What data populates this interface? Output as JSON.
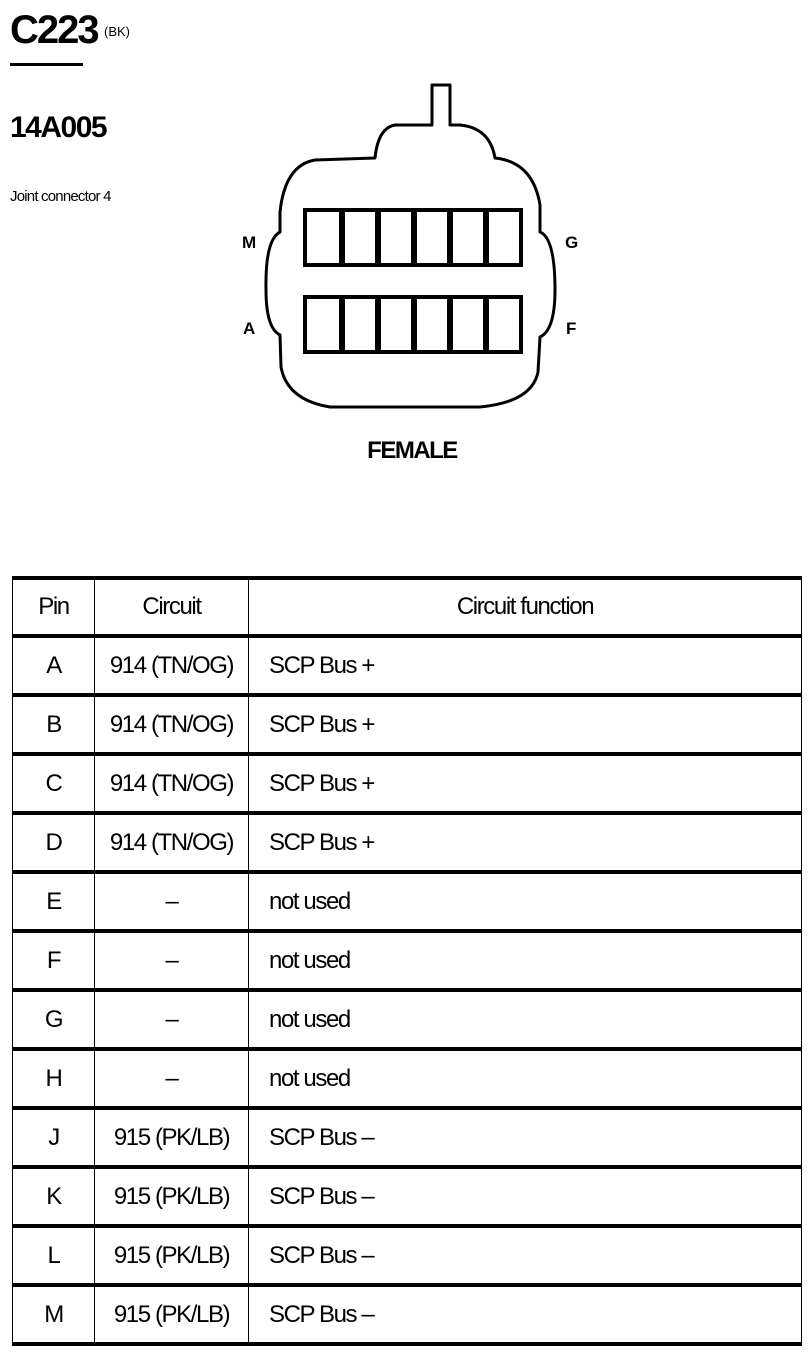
{
  "header": {
    "connector_id": "C223",
    "connector_color": "(BK)",
    "part_number": "14A005",
    "description": "Joint connector 4"
  },
  "diagram": {
    "labels": {
      "top_left": "M",
      "bottom_left": "A",
      "top_right": "G",
      "bottom_right": "F"
    },
    "caption": "FEMALE",
    "cavities_per_row": 6,
    "rows": 2
  },
  "table": {
    "headers": [
      "Pin",
      "Circuit",
      "Circuit function"
    ],
    "rows": [
      {
        "pin": "A",
        "circuit": "914 (TN/OG)",
        "function": "SCP Bus +"
      },
      {
        "pin": "B",
        "circuit": "914 (TN/OG)",
        "function": "SCP Bus +"
      },
      {
        "pin": "C",
        "circuit": "914 (TN/OG)",
        "function": "SCP Bus +"
      },
      {
        "pin": "D",
        "circuit": "914 (TN/OG)",
        "function": "SCP Bus +"
      },
      {
        "pin": "E",
        "circuit": "–",
        "function": "not used"
      },
      {
        "pin": "F",
        "circuit": "–",
        "function": "not used"
      },
      {
        "pin": "G",
        "circuit": "–",
        "function": "not used"
      },
      {
        "pin": "H",
        "circuit": "–",
        "function": "not used"
      },
      {
        "pin": "J",
        "circuit": "915 (PK/LB)",
        "function": "SCP Bus –"
      },
      {
        "pin": "K",
        "circuit": "915 (PK/LB)",
        "function": "SCP Bus –"
      },
      {
        "pin": "L",
        "circuit": "915 (PK/LB)",
        "function": "SCP Bus –"
      },
      {
        "pin": "M",
        "circuit": "915 (PK/LB)",
        "function": "SCP Bus –"
      }
    ]
  }
}
